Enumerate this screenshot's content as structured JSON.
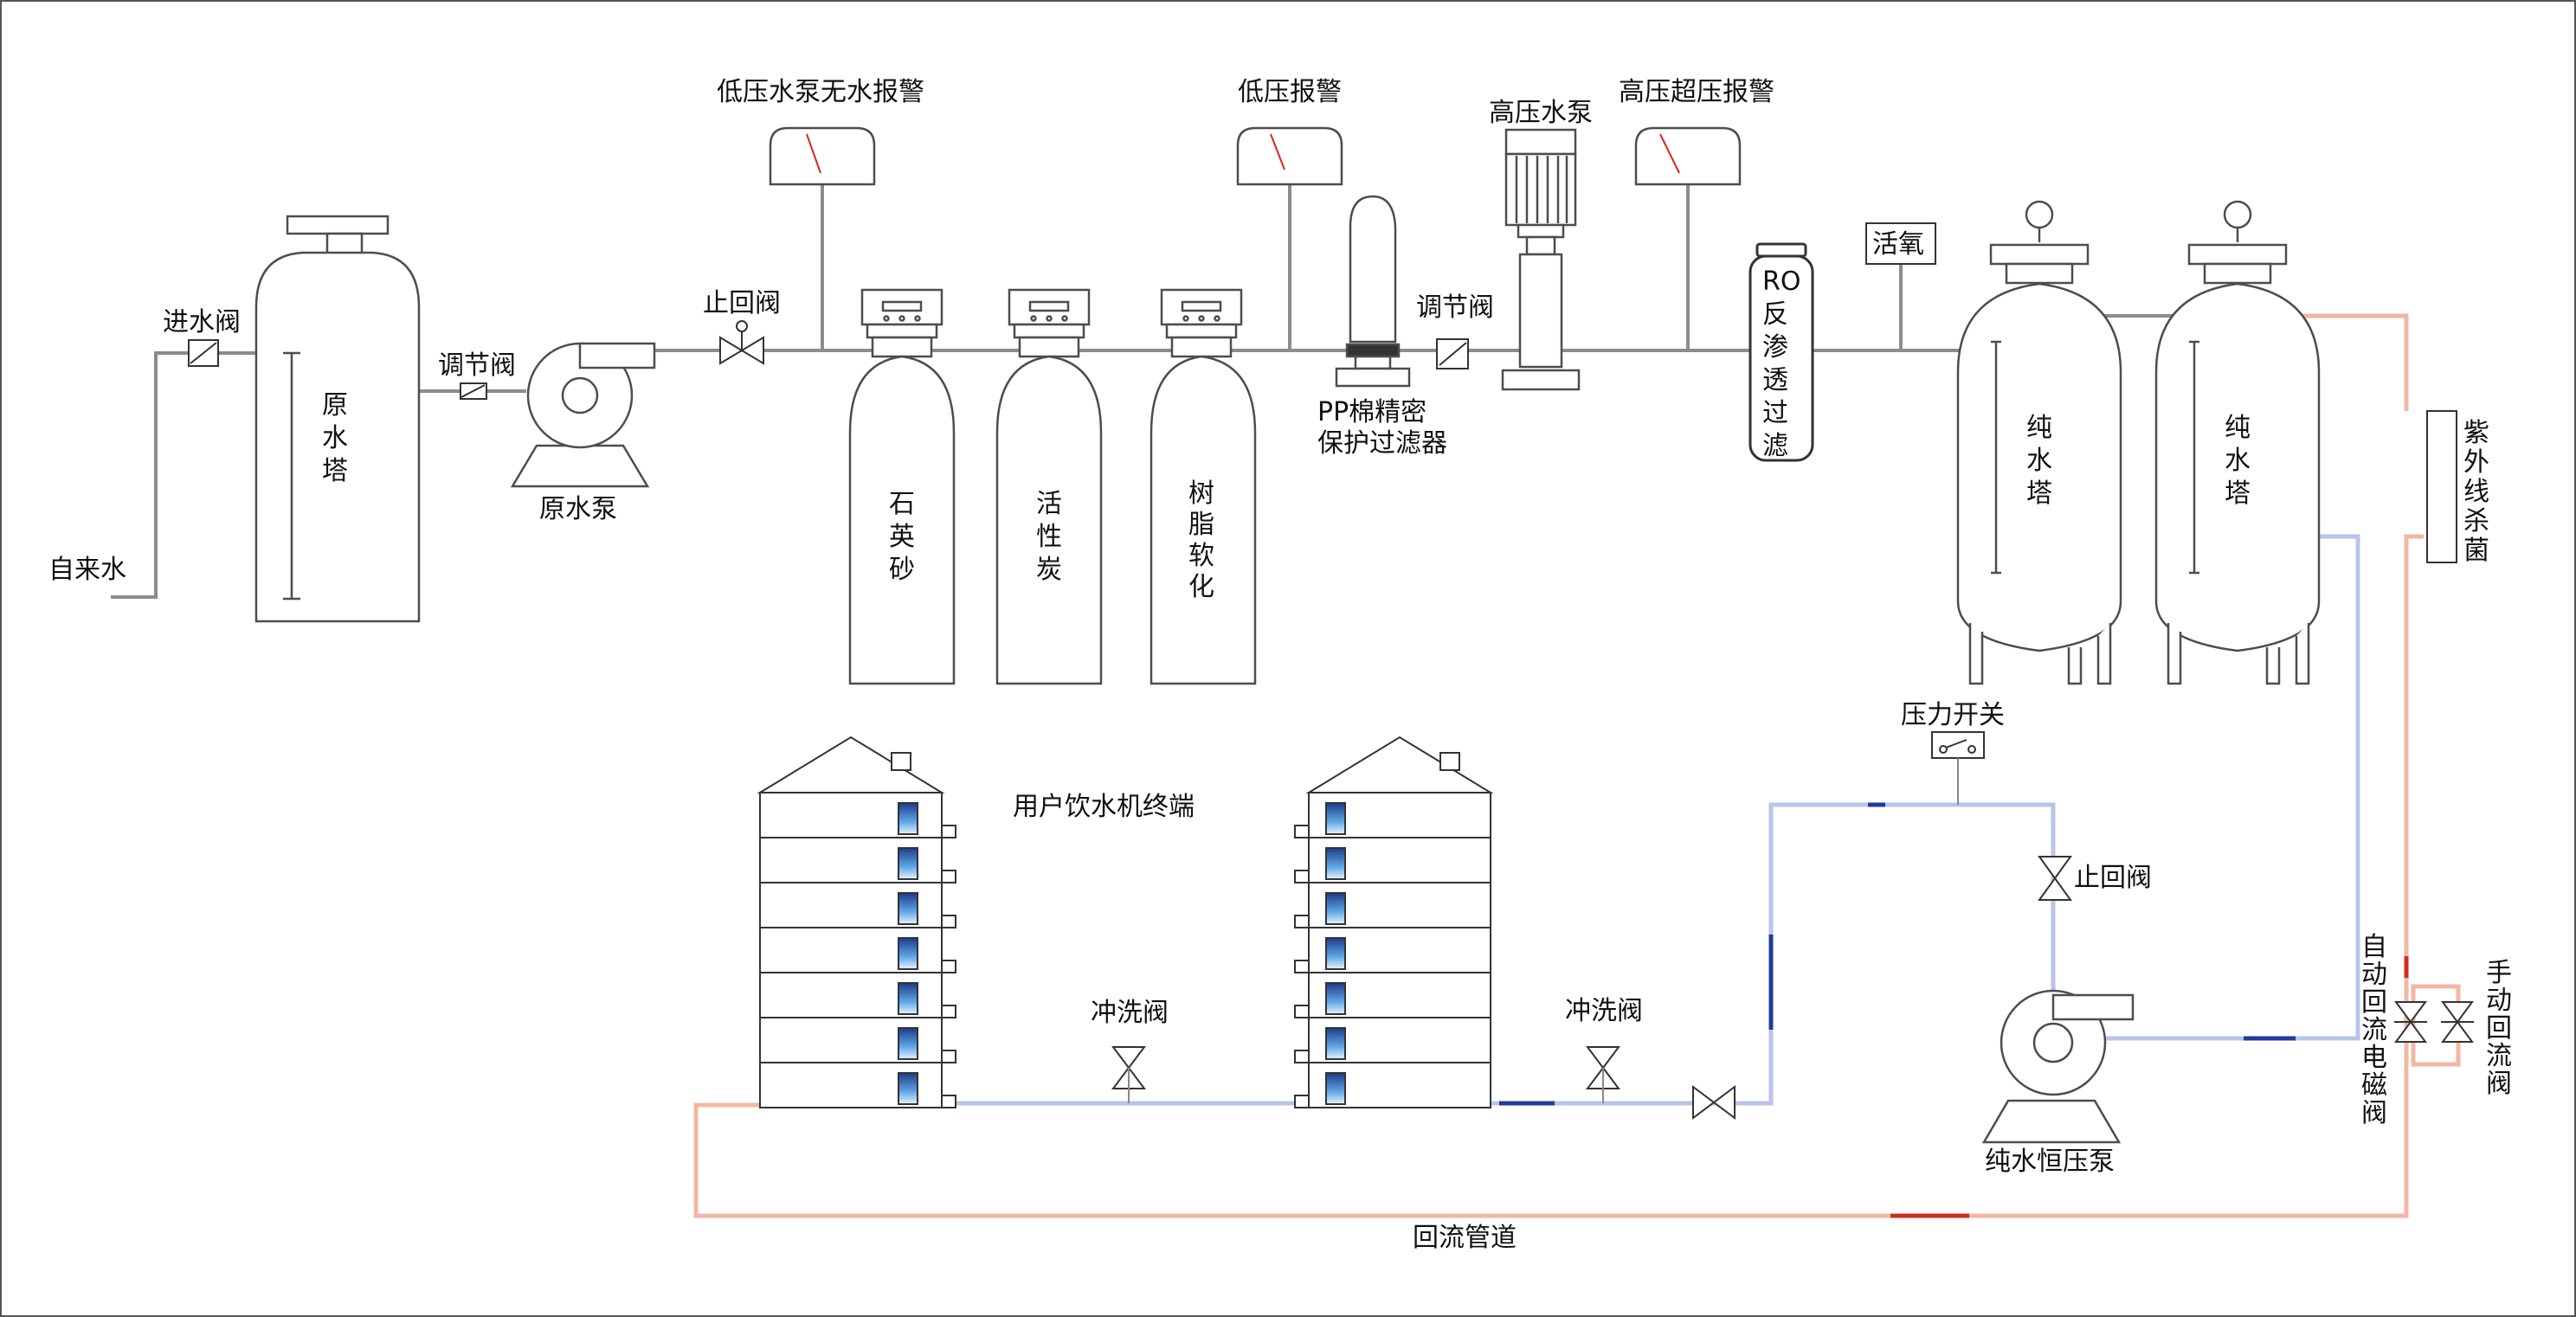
{
  "diagram": {
    "labels": {
      "tap_water": "自来水",
      "inlet_valve": "进水阀",
      "raw_tower": "原水塔",
      "adjust_valve_1": "调节阀",
      "raw_pump": "原水泵",
      "check_valve_1": "止回阀",
      "alarm_low_pump": "低压水泵无水报警",
      "quartz_sand": "石英砂",
      "activated_carbon": "活性炭",
      "resin_soften": "树脂软化",
      "alarm_low": "低压报警",
      "pp_filter_line1": "PP棉精密",
      "pp_filter_line2": "保护过滤器",
      "adjust_valve_2": "调节阀",
      "high_pump": "高压水泵",
      "alarm_high": "高压超压报警",
      "ro_filter": "RO反渗透过滤",
      "ozone": "活氧",
      "pure_tower_1": "纯水塔",
      "pure_tower_2": "纯水塔",
      "uv_sterilize": "紫外线杀菌",
      "pressure_switch": "压力开关",
      "check_valve_2": "止回阀",
      "user_terminal": "用户饮水机终端",
      "flush_valve_1": "冲洗阀",
      "flush_valve_2": "冲洗阀",
      "pure_const_pump": "纯水恒压泵",
      "auto_return_valve": "自动回流电磁阀",
      "manual_return_valve": "手动回流阀",
      "return_pipe": "回流管道"
    },
    "colors": {
      "line": "#4d4d4d",
      "pipe_gray": "#8c8c8c",
      "pipe_blue_light": "#b8c4ea",
      "pipe_blue_dark": "#1f3c9a",
      "pipe_red_light": "#f2b7a3",
      "pipe_red_dark": "#d22c1e",
      "gauge_needle": "#d9261c"
    }
  }
}
